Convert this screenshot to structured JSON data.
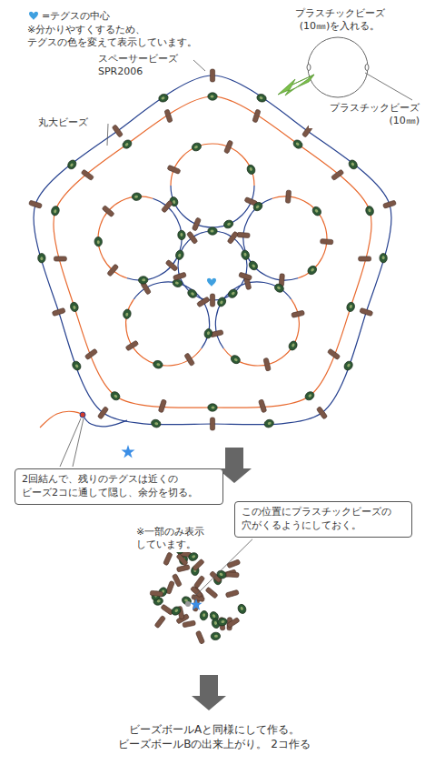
{
  "diagram": {
    "nodes": [
      {
        "text": [
          "2回結んで、残りのテグスは近くの ビーズ2コに通して隠し、余分を切る。"
        ]
      },
      {
        "text": [
          "この位置にプラスチックビーズの 穴がくるようにしておく。"
        ]
      }
    ],
    "labels": [
      "=テグスの中心",
      "※分かりやすくするため、 テグスの色を変えて表示しています。",
      "プラスチックビーズ (10㎜)を入れる。",
      "スペーサービーズ SPR2006",
      "プラスチックビーズ (10㎜)",
      "丸大ビーズ",
      "※一部のみ表示 しています。",
      "ビーズボールAと同様にして作る。 ビーズボールBの出来上がり。 2コ作る"
    ]
  }
}
